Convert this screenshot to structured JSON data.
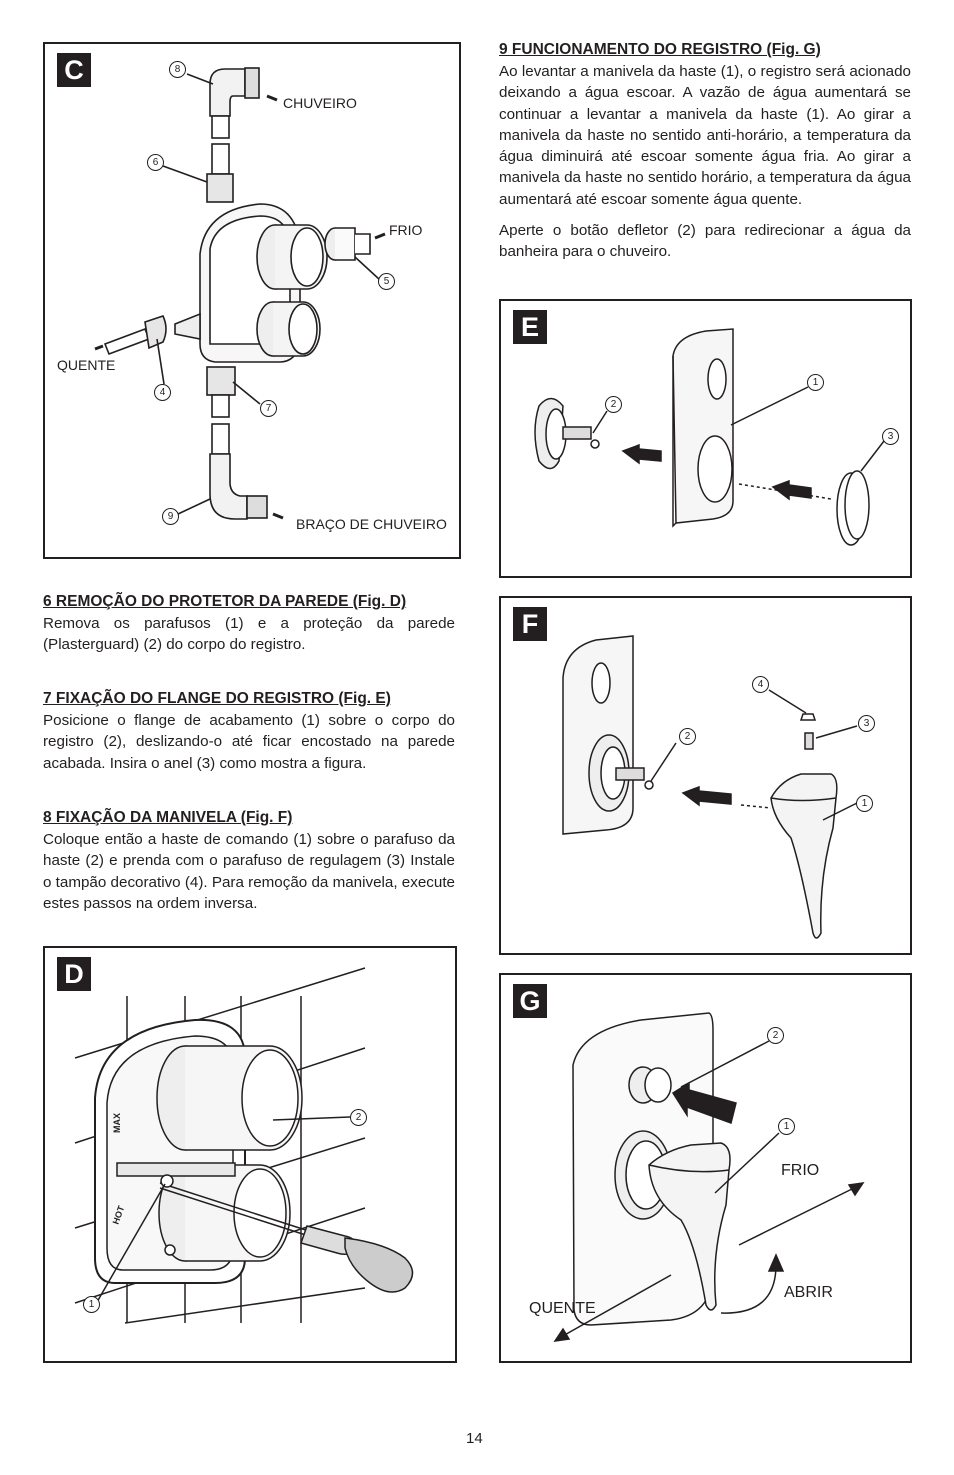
{
  "figures": {
    "C": {
      "tag": "C",
      "labels": {
        "chuveiro": "CHUVEIRO",
        "frio": "FRIO",
        "quente": "QUENTE",
        "braco": "BRAÇO DE CHUVEIRO"
      },
      "callouts": [
        "8",
        "6",
        "5",
        "4",
        "7",
        "9"
      ]
    },
    "D": {
      "tag": "D",
      "callouts": [
        "2",
        "1"
      ],
      "body_markings": [
        "MAX",
        "HOT"
      ]
    },
    "E": {
      "tag": "E",
      "callouts": [
        "2",
        "1",
        "3"
      ]
    },
    "F": {
      "tag": "F",
      "callouts": [
        "4",
        "3",
        "2",
        "1"
      ]
    },
    "G": {
      "tag": "G",
      "labels": {
        "frio": "FRIO",
        "quente": "QUENTE",
        "abrir": "ABRIR"
      },
      "callouts": [
        "2",
        "1"
      ]
    }
  },
  "sections": {
    "s6": {
      "title": "6  REMOÇÃO DO PROTETOR DA PAREDE  (Fig. D)",
      "body": "Remova os parafusos (1) e a proteção da parede (Plasterguard) (2) do corpo do registro."
    },
    "s7": {
      "title": "7 FIXAÇÃO DO FLANGE DO REGISTRO (Fig. E)",
      "body": "Posicione o flange de acabamento (1) sobre o corpo do registro (2), deslizando-o até ficar encostado na parede acabada. Insira o anel (3) como mostra a figura."
    },
    "s8": {
      "title": "8 FIXAÇÃO DA MANIVELA (Fig. F)",
      "body": "Coloque então a haste de comando (1) sobre o parafuso da haste (2) e prenda com o parafuso de regulagem (3) Instale o tampão decorativo (4). Para remoção da manivela, execute estes passos na ordem inversa."
    },
    "s9": {
      "title": "9 FUNCIONAMENTO DO REGISTRO (Fig. G)",
      "body": "Ao levantar a manivela da haste (1), o registro será acionado deixando a água escoar. A vazão de água aumentará se continuar a levantar a manivela da haste (1). Ao girar a manivela da haste no sentido anti-horário, a temperatura da água diminuirá até escoar somente água fria. Ao girar a manivela da haste no sentido horário, a temperatura da água aumentará até escoar somente água quente.",
      "body2": "Aperte o botão defletor (2) para redirecionar a água da banheira para o chuveiro."
    }
  },
  "page_number": "14"
}
